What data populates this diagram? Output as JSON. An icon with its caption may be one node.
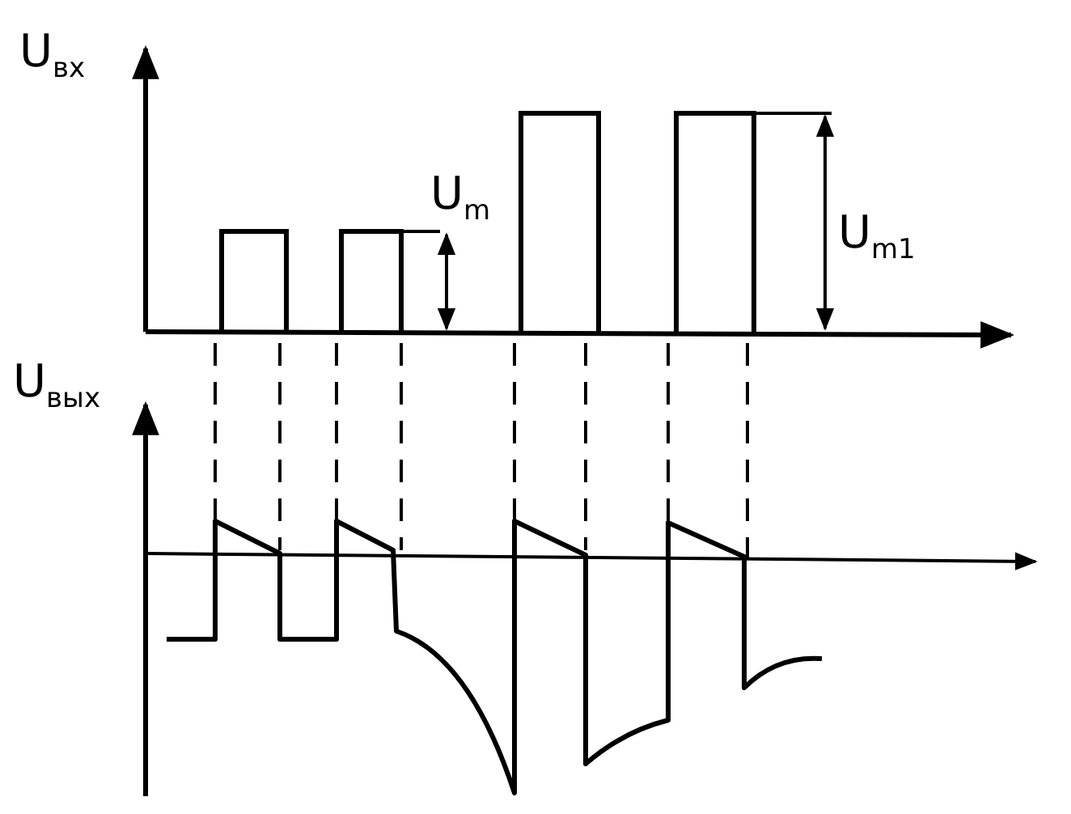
{
  "diagram": {
    "labels": [
      "U$_{вх}$",
      "U$_{m}$",
      "U$_{m1}$",
      "U$_{вых}$"
    ]
  }
}
